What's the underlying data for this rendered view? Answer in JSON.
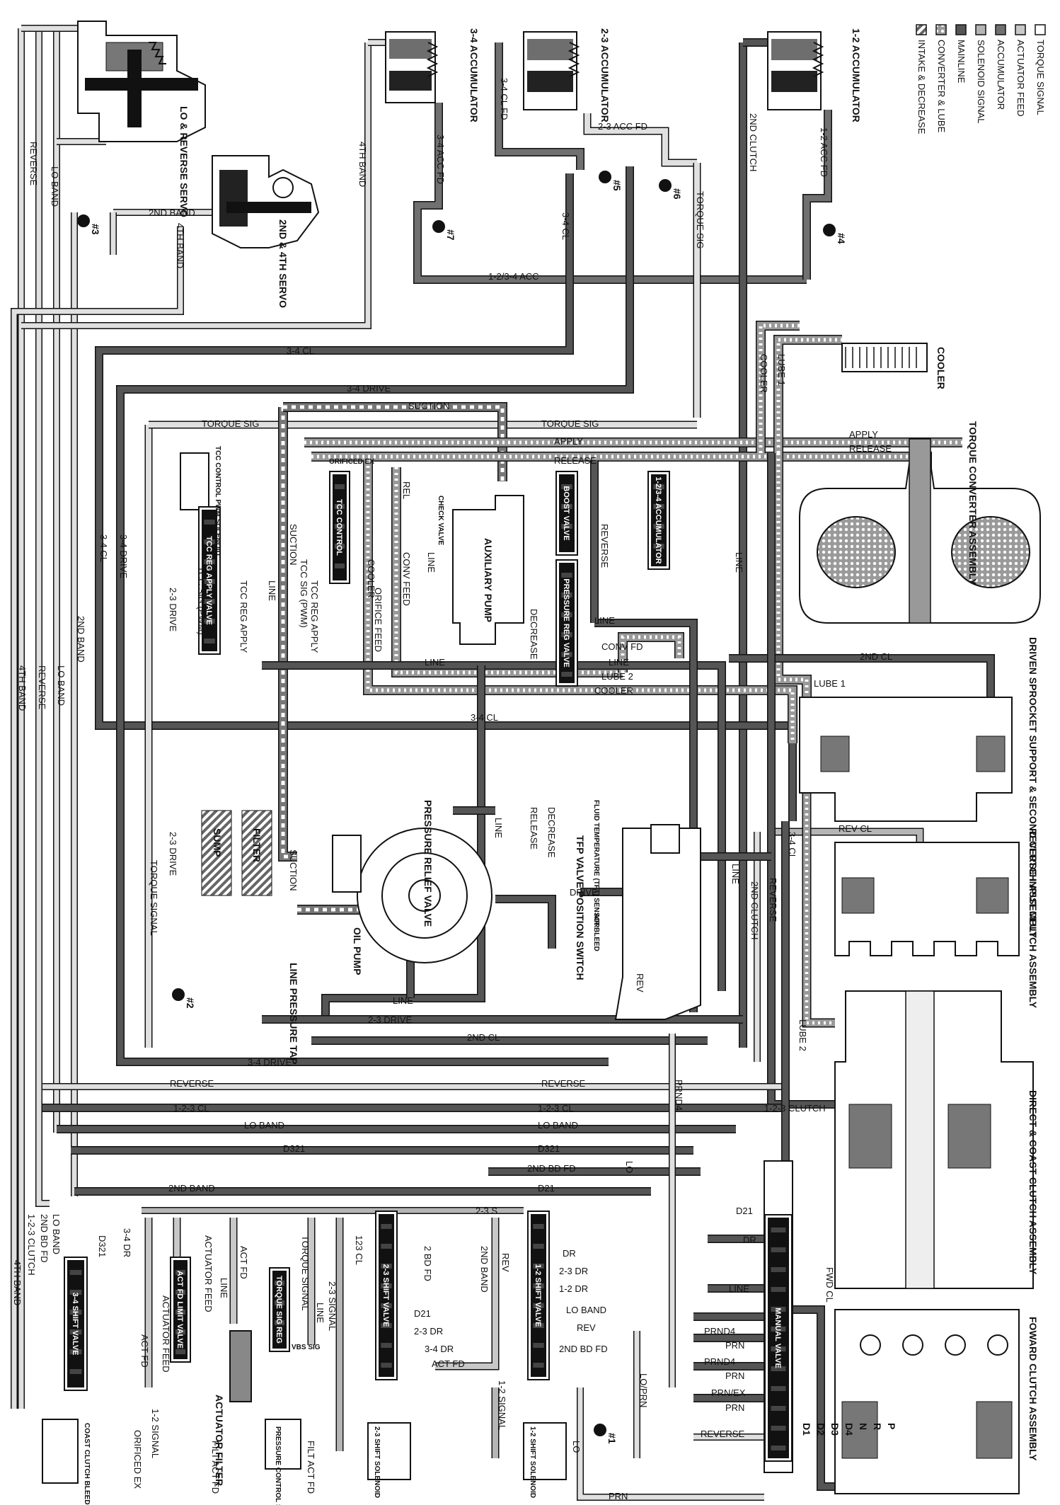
{
  "colors": {
    "intake_decrease": "#8a8a8a",
    "converter_lube": "#9a9a9a",
    "mainline": "#555555",
    "solenoid_signal": "#b5b5b5",
    "accumulator": "#707070",
    "actuator_feed": "#c8c8c8",
    "torque_signal": "#e0e0e0"
  },
  "legend": [
    {
      "label": "INTAKE & DECREASE",
      "pattern": "hatch"
    },
    {
      "label": "CONVERTER & LUBE",
      "pattern": "dots"
    },
    {
      "label": "MAINLINE",
      "pattern": "dark"
    },
    {
      "label": "SOLENOID SIGNAL",
      "pattern": "light"
    },
    {
      "label": "ACCUMULATOR",
      "pattern": "mid"
    },
    {
      "label": "ACTUATOR FEED",
      "pattern": "pale"
    },
    {
      "label": "TORQUE SIGNAL",
      "pattern": "white"
    }
  ],
  "components": {
    "lo_reverse_servo": "LO & REVERSE SERVO",
    "second_fourth_servo": "2ND & 4TH SERVO",
    "acc_34": "3-4 ACCUMULATOR",
    "acc_23": "2-3 ACCUMULATOR",
    "acc_12": "1-2 ACCUMULATOR",
    "cooler": "COOLER",
    "torque_converter": "TORQUE CONVERTER ASSEMBLY",
    "driven_sprocket": "DRIVEN SPROCKET SUPPORT & SECOND CLUTCH ASSEMBLY",
    "reverse_input": "REVERSE INPUT CLUTCH ASSEMBLY",
    "direct_coast": "DIRECT & COAST CLUTCH ASSEMBLY",
    "forward_clutch": "FOWARD CLUTCH ASSEMBLY",
    "auxiliary_pump": "AUXILIARY PUMP",
    "oil_pump": "OIL PUMP",
    "sump": "SUMP",
    "filter": "FILTER",
    "pressure_relief": "PRESSURE RELIEF VALVE",
    "line_pressure_tap": "LINE PRESSURE TAP",
    "tfp_switch": "TFP VALVE POSITION SWITCH",
    "tft_sensor": "FLUID TEMPERATURE (TFT) SENSOR",
    "actuator_filter": "ACTUATOR FILTER",
    "pcs": "PRESSURE CONTROL SOLENOID",
    "coast_clutch_solenoid": "COAST CLUTCH BLEED SOLENOID",
    "tcc_pwm": "TCC CONTROL PWM SOLENOID",
    "shift_23_solenoid": "2-3 SHIFT SOLENOID",
    "shift_12_solenoid": "1-2 SHIFT SOLENOID",
    "check_valve": "CHECK VALVE"
  },
  "valves": {
    "tcc_reg_apply": "TCC REG APPLY VALVE",
    "tcc_control": "TCC CONTROL",
    "boost": "BOOST VALVE",
    "pressure_reg": "PRESSURE REG VALVE",
    "acc_1234": "1-2/3-4 ACCUMULATOR",
    "shift_34": "3-4 SHIFT VALVE",
    "act_fd_limit": "ACT FD LIMIT VALVE",
    "torque_sig_reg": "TORQUE SIG REG",
    "shift_23": "2-3 SHIFT VALVE",
    "shift_12": "1-2 SHIFT VALVE",
    "manual": "MANUAL VALVE"
  },
  "checkballs": [
    "#1",
    "#2",
    "#3",
    "#4",
    "#5",
    "#6",
    "#7"
  ],
  "circuit_labels": {
    "reverse": "REVERSE",
    "lo_band": "LO BAND",
    "second_band": "2ND BAND",
    "fourth_band": "4TH BAND",
    "acc_fd_34": "3-4 ACC FD",
    "acc_fd_23": "2-3 ACC FD",
    "acc_fd_12": "1-2 ACC FD",
    "cl_fd_34": "3-4 CL FD",
    "cl_34": "3-4 CL",
    "second_clutch": "2ND CLUTCH",
    "torque_sig": "TORQUE SIG",
    "acc_1234": "1-2/3-4 ACC",
    "drive_34": "3-4 DRIVE",
    "suction": "SUCTION",
    "apply": "APPLY",
    "release": "RELEASE",
    "orificed_ex": "ORIFICED EX",
    "rel": "REL",
    "conv_feed": "CONV FEED",
    "orifice_feed": "ORIFICE FEED",
    "cooler": "COOLER",
    "line": "LINE",
    "conv_fd": "CONV FD",
    "lube_2": "LUBE 2",
    "lube_1": "LUBE 1",
    "second_cl": "2ND CL",
    "rev_cl": "REV CL",
    "decrease": "DECREASE",
    "tcc_sig_pwm": "TCC SIG (PWM)",
    "tcc_reg_apply": "TCC REG APPLY",
    "drive_23": "2-3 DRIVE",
    "torque_signal": "TORQUE SIGNAL",
    "drive": "DRIVE",
    "air_bleed": "AIR BLEED",
    "rev": "REV",
    "prnd4": "PRND4",
    "cl_123": "1-2-3 CL",
    "clutch_123": "1-2-3 CLUTCH",
    "d321": "D321",
    "bd_fd_2nd": "2ND BD FD",
    "d21": "D21",
    "s_23": "2-3 S",
    "dr": "DR",
    "dr_34": "3-4 DR",
    "dr_23": "2-3 DR",
    "dr_12": "1-2 DR",
    "actuator_feed": "ACTUATOR FEED",
    "act_fd": "ACT FD",
    "filt_act_fd": "FILT ACT FD",
    "cl_123_short": "123 CL",
    "bd_fd_2": "2 BD FD",
    "signal_23": "2-3 SIGNAL",
    "signal_12": "1-2 SIGNAL",
    "lo_band_short": "LO BAND",
    "lo": "LO",
    "lo_prn": "LO/PRN",
    "prn": "PRN",
    "prn_ex": "PRN/EX",
    "fwd_cl": "FWD CL",
    "vbs_sig": "VBS SIG",
    "ex": "EX"
  },
  "manual_positions": [
    "D1",
    "D2",
    "D3",
    "D4",
    "N",
    "R",
    "P"
  ]
}
